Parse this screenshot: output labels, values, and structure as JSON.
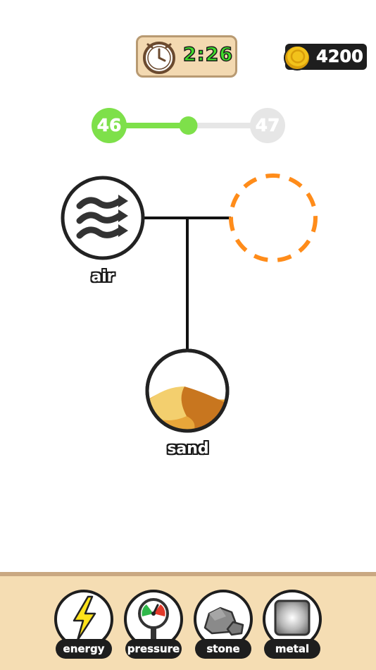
{
  "timer": {
    "value": "2:26",
    "icon": "clock-icon"
  },
  "coins": {
    "value": "4200",
    "icon": "coin-icon"
  },
  "progress": {
    "current_level": "46",
    "next_level": "47",
    "fill_fraction": 0.5
  },
  "tree": {
    "nodes": [
      {
        "id": "air",
        "label": "air",
        "icon": "wind-icon"
      },
      {
        "id": "empty-slot",
        "label": "",
        "icon": "empty-slot-dashed"
      },
      {
        "id": "sand",
        "label": "sand",
        "icon": "sand-dune-icon"
      }
    ]
  },
  "tray": {
    "items": [
      {
        "label": "energy",
        "icon": "lightning-icon"
      },
      {
        "label": "pressure",
        "icon": "pressure-gauge-icon"
      },
      {
        "label": "stone",
        "icon": "stone-icon"
      },
      {
        "label": "metal",
        "icon": "metal-icon"
      }
    ]
  },
  "colors": {
    "timer_text": "#3fdc2b",
    "progress_active": "#7ee04a",
    "progress_inactive": "#e6e6e6",
    "slot_dashed": "#ff8c1a",
    "tray_bg": "#f5ddb3",
    "coin": "#f2c21b"
  }
}
